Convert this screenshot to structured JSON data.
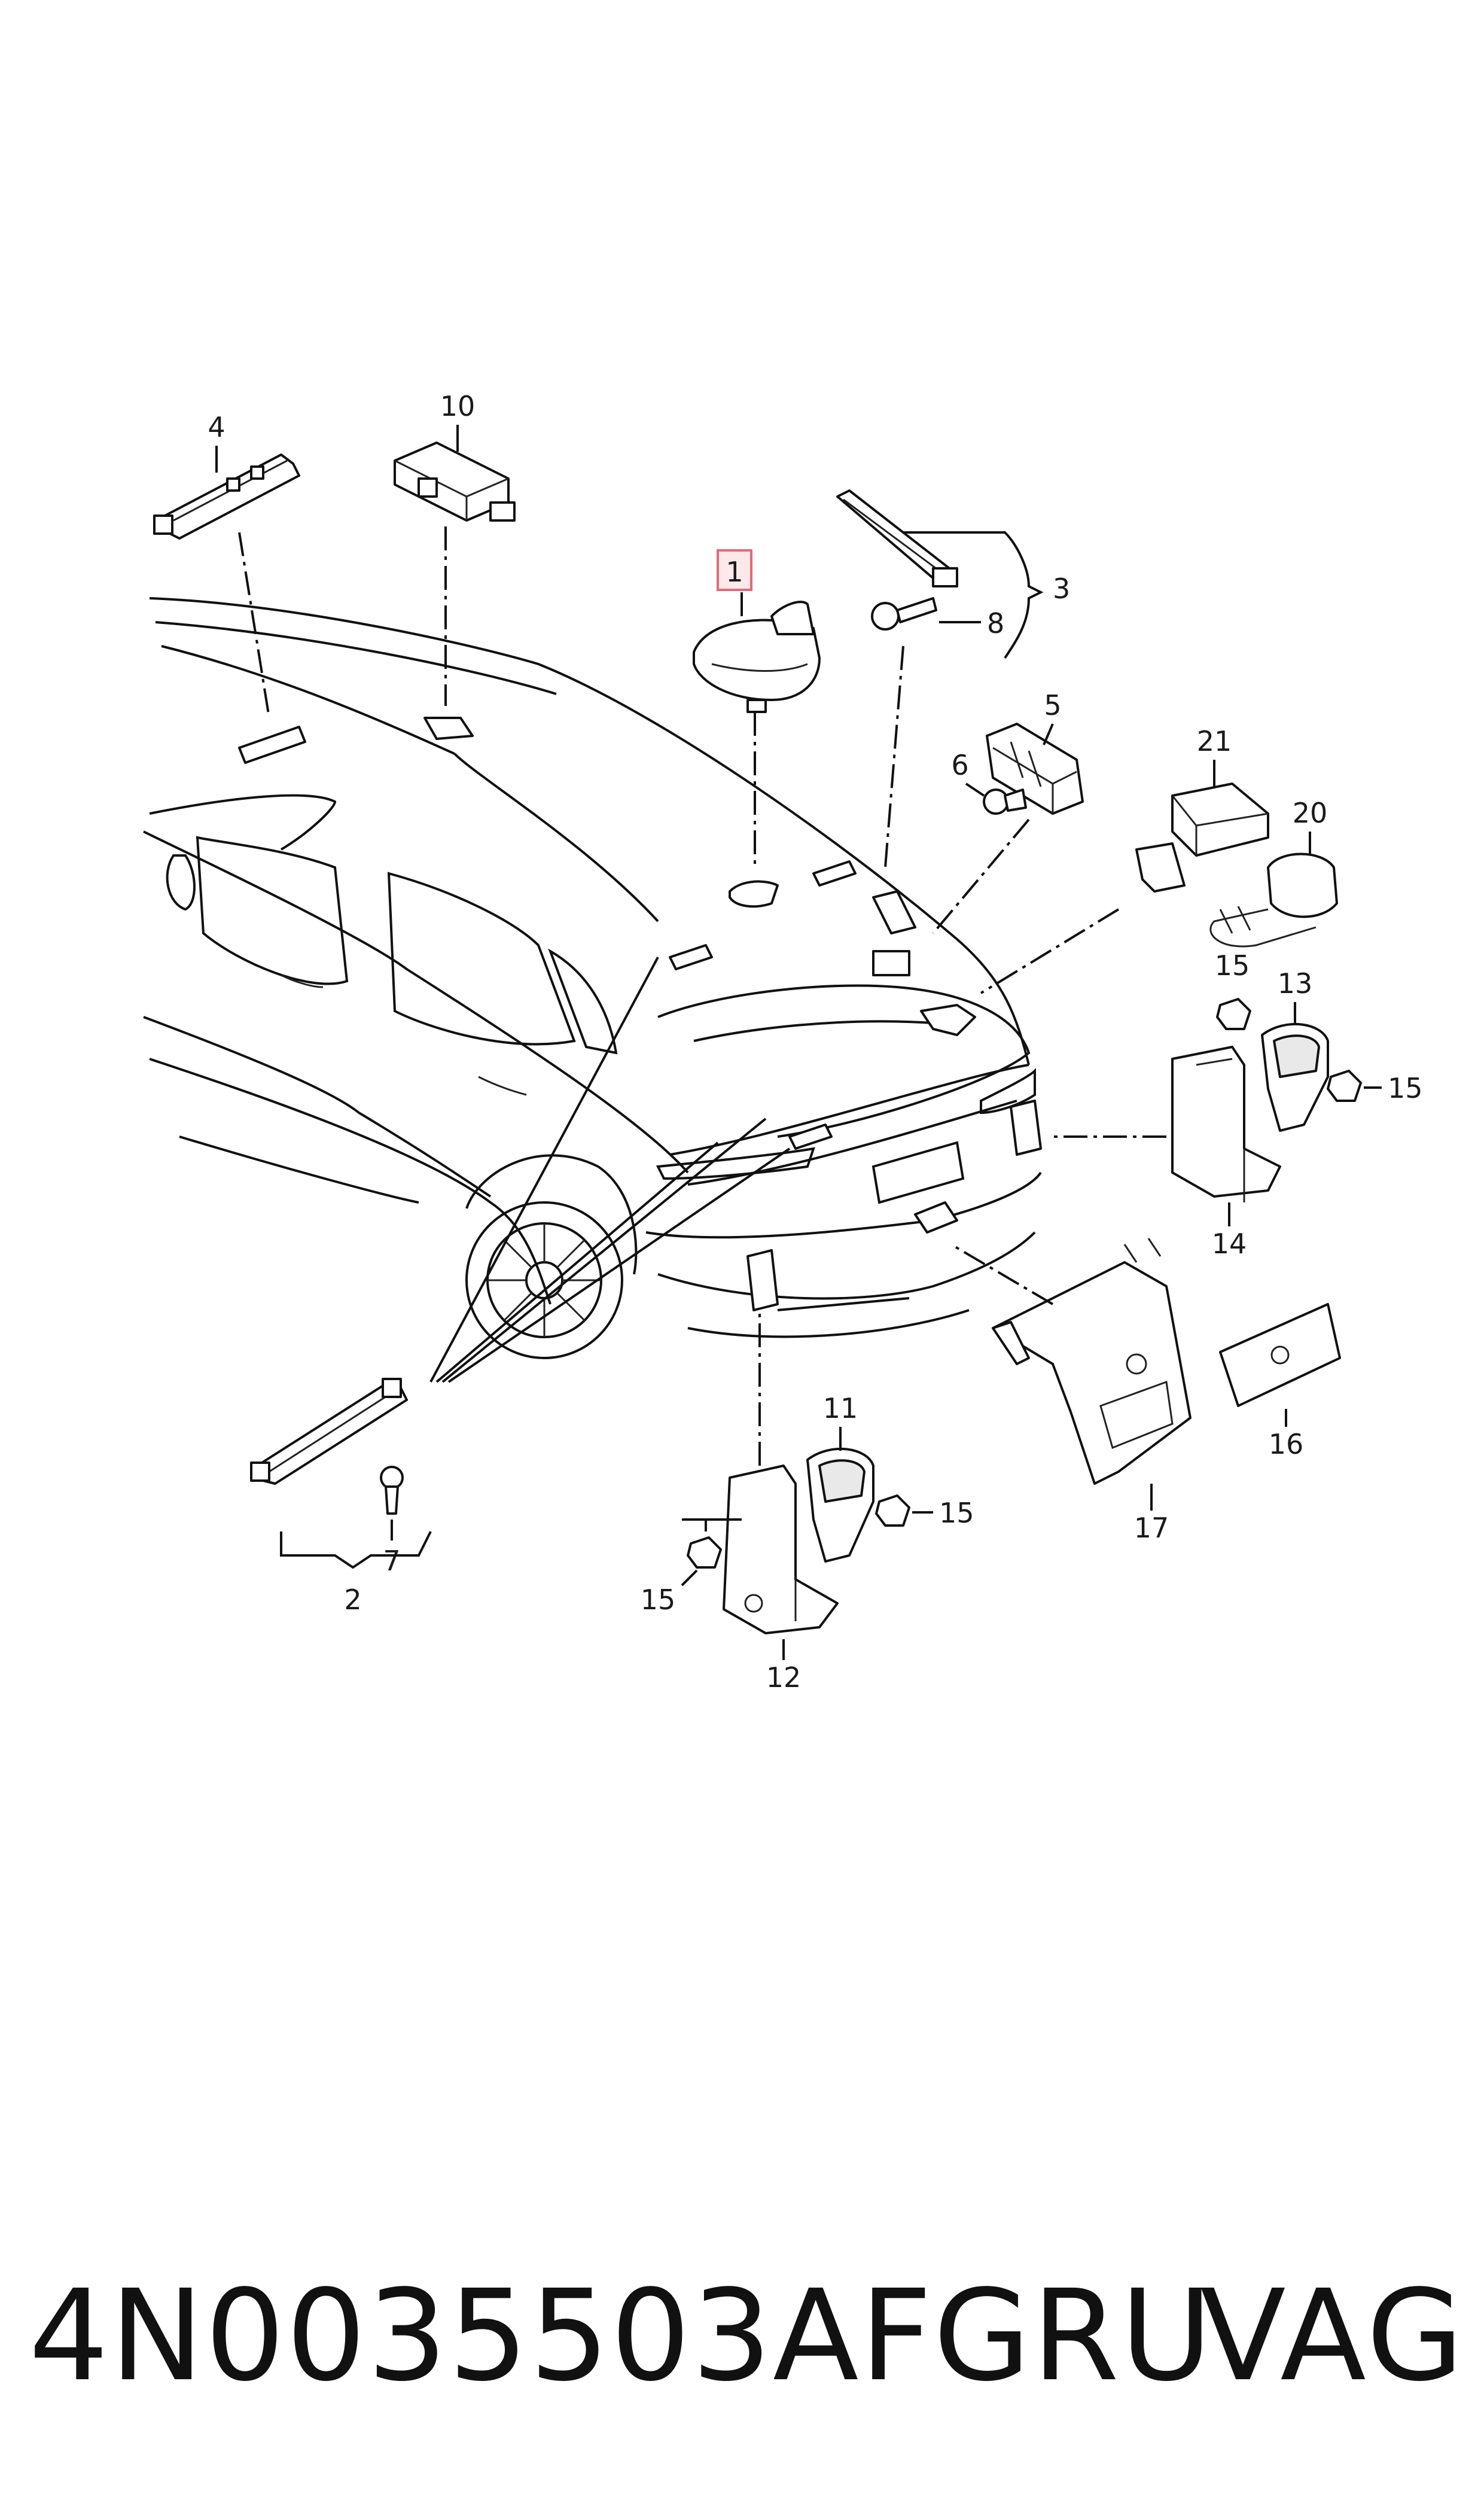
{
  "callouts": {
    "c1": "1",
    "c2": "2",
    "c3": "3",
    "c4": "4",
    "c5": "5",
    "c6": "6",
    "c7": "7",
    "c8": "8",
    "c10": "10",
    "c11": "11",
    "c12": "12",
    "c13": "13",
    "c14": "14",
    "c15a": "15",
    "c15b": "15",
    "c15c": "15",
    "c15d": "15",
    "c16": "16",
    "c17": "17",
    "c20": "20",
    "c21": "21"
  },
  "highlight_color": "#e26a77",
  "footer": {
    "part_number": "4N0035503AFGRU",
    "brand": "VAG"
  }
}
